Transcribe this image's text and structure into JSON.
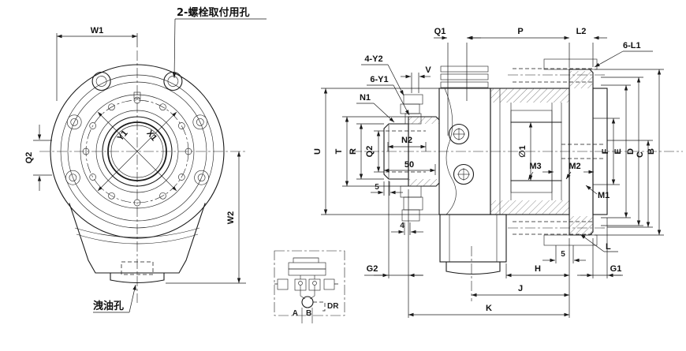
{
  "front_view": {
    "callout_bolt_holes": "2-螺栓取付用孔",
    "callout_drain_hole": "洩油孔",
    "axis_y": "Y1",
    "axis_x": "X1",
    "dims": {
      "w1": "W1",
      "q2": "Q2",
      "w2": "W2"
    }
  },
  "section_view": {
    "dims_top": {
      "q1": "Q1",
      "p": "P",
      "l2": "L2"
    },
    "dims_left": {
      "u": "U",
      "t": "T",
      "r": "R",
      "q2": "Q2",
      "n2": "N2",
      "len50": "50",
      "ch5": "5",
      "ch4": "4",
      "v": "V"
    },
    "dims_right": {
      "f": "F",
      "e": "E",
      "d": "D",
      "c": "C",
      "b": "B"
    },
    "dims_bottom": {
      "g2": "G2",
      "h": "H",
      "g1": "G1",
      "j": "J",
      "k": "K",
      "off5": "5"
    },
    "dims_center": {
      "phi1": "∅1"
    },
    "callouts": {
      "l1": "6-L1",
      "y2": "4-Y2",
      "y1": "6-Y1",
      "n1": "N1",
      "m1": "M1",
      "m2": "M2",
      "m3": "M3",
      "l": "L"
    }
  },
  "schematic": {
    "port_a": "A",
    "port_b": "B",
    "drain": "DR"
  },
  "colors": {
    "line": "#1a1a1a",
    "background": "#ffffff"
  }
}
